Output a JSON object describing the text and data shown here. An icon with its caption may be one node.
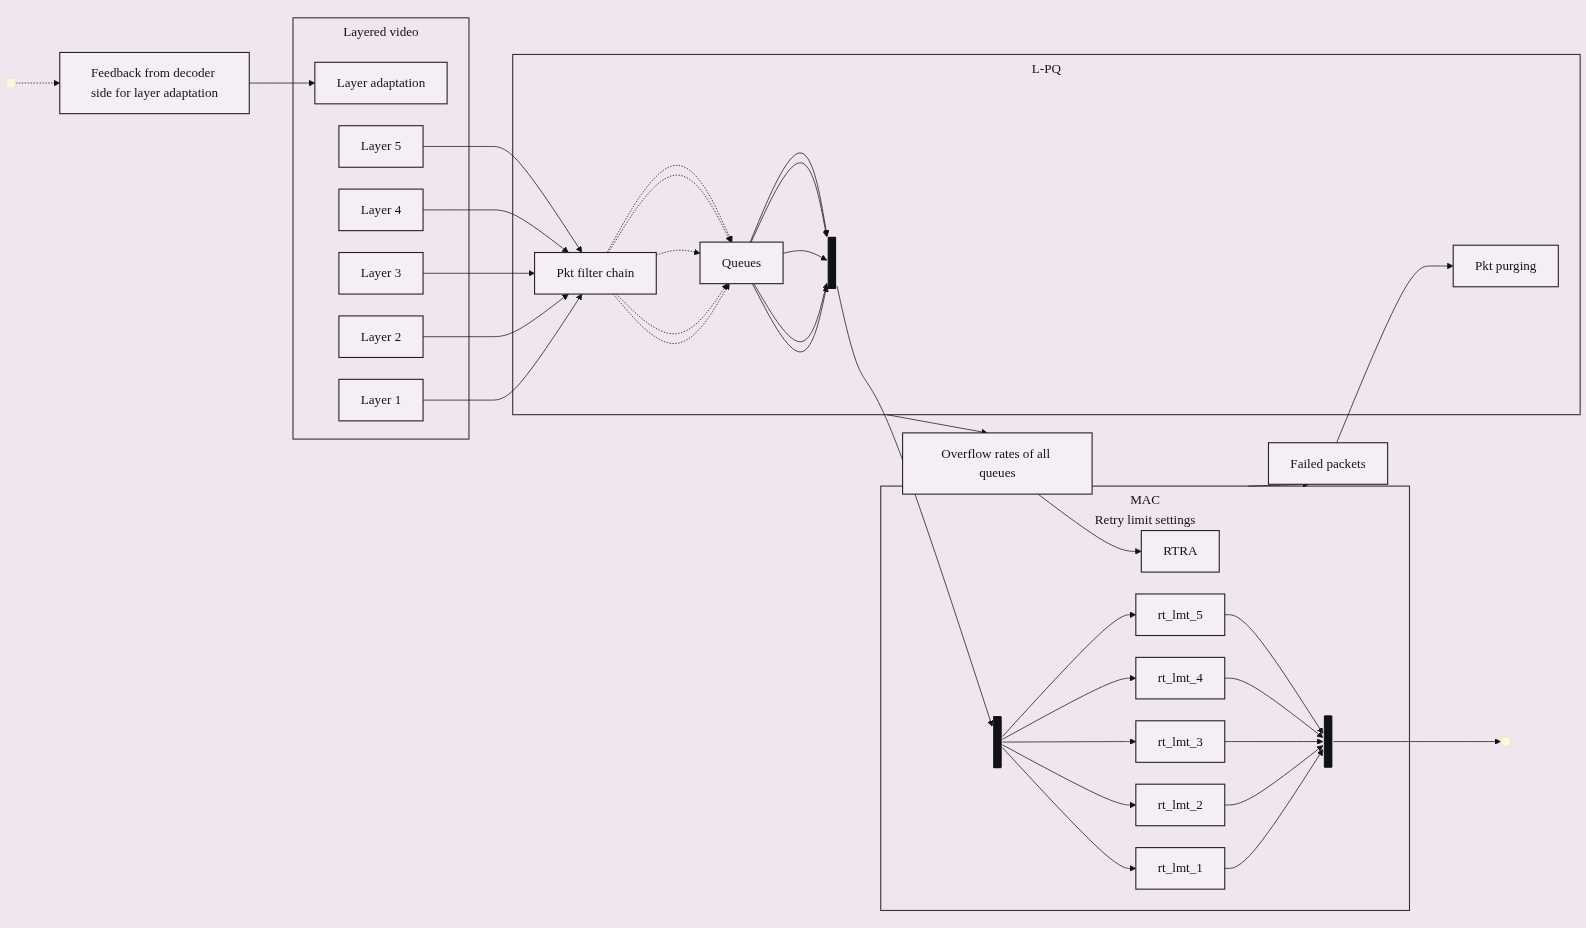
{
  "diagram": {
    "nodes": [
      {
        "text": [
          "Layered video"
        ]
      },
      {
        "text": [
          "Layer 5"
        ],
        "in": 0
      },
      {
        "text": [
          "Layer 4"
        ],
        "in": 0
      },
      {
        "text": [
          "Layer 3"
        ],
        "in": 0
      },
      {
        "text": [
          "Layer 2"
        ],
        "in": 0
      },
      {
        "text": [
          "Layer 1"
        ],
        "in": 0
      },
      {
        "text": [
          "Layer adaptation"
        ],
        "in": 0
      },
      {
        "text": [
          "L-PQ"
        ]
      },
      {
        "text": [
          "Pkt filter chain"
        ],
        "in": 7
      },
      {
        "text": [
          "Queues"
        ],
        "in": 7
      },
      {
        "text": [
          "Pkt purging"
        ],
        "in": 7
      },
      {
        "text": [],
        "shape": "bar",
        "in": 7
      },
      {
        "text": [
          "MAC",
          "Retry limit settings"
        ]
      },
      {
        "text": [],
        "shape": "bar",
        "in": 12
      },
      {
        "text": [
          "rt_lmt_5"
        ],
        "in": 12
      },
      {
        "text": [
          "rt_lmt_4"
        ],
        "in": 12
      },
      {
        "text": [
          "rt_lmt_3"
        ],
        "in": 12
      },
      {
        "text": [
          "rt_lmt_2"
        ],
        "in": 12
      },
      {
        "text": [
          "rt_lmt_1"
        ],
        "in": 12
      },
      {
        "text": [],
        "shape": "bar",
        "in": 12
      },
      {
        "text": [
          "RTRA"
        ],
        "in": 12
      },
      {
        "text": [
          "Failed packets"
        ]
      },
      {
        "text": [
          "Overflow rates of all queues"
        ]
      },
      {
        "text": [
          "Feedback from decoder side for layer adaptation"
        ]
      }
    ],
    "edges": [
      {
        "from": 1,
        "to": 8,
        "arrow": "to"
      },
      {
        "from": 2,
        "to": 8,
        "arrow": "to"
      },
      {
        "from": 3,
        "to": 8,
        "arrow": "to"
      },
      {
        "from": 4,
        "to": 8,
        "arrow": "to"
      },
      {
        "from": 5,
        "to": 8,
        "arrow": "to"
      },
      {
        "from": 8,
        "to": 9,
        "arrow": "to",
        "style": "dashed"
      },
      {
        "from": 8,
        "to": 9,
        "arrow": "to",
        "style": "dashed"
      },
      {
        "from": 8,
        "to": 9,
        "arrow": "to",
        "style": "dashed"
      },
      {
        "from": 8,
        "to": 9,
        "arrow": "to",
        "style": "dashed"
      },
      {
        "from": 8,
        "to": 9,
        "arrow": "to",
        "style": "dashed"
      },
      {
        "from": 9,
        "to": 11,
        "arrow": "to"
      },
      {
        "from": 9,
        "to": 11,
        "arrow": "to"
      },
      {
        "from": 9,
        "to": 11,
        "arrow": "to"
      },
      {
        "from": 9,
        "to": 11,
        "arrow": "to"
      },
      {
        "from": 9,
        "to": 11,
        "arrow": "to"
      },
      {
        "from": 11,
        "to": 13,
        "arrow": "to"
      },
      {
        "from": 13,
        "to": 14,
        "arrow": "to"
      },
      {
        "from": 13,
        "to": 15,
        "arrow": "to"
      },
      {
        "from": 13,
        "to": 16,
        "arrow": "to"
      },
      {
        "from": 13,
        "to": 17,
        "arrow": "to"
      },
      {
        "from": 13,
        "to": 18,
        "arrow": "to"
      },
      {
        "from": 14,
        "to": 19,
        "arrow": "to"
      },
      {
        "from": 15,
        "to": 19,
        "arrow": "to"
      },
      {
        "from": 16,
        "to": 19,
        "arrow": "to"
      },
      {
        "from": 17,
        "to": 19,
        "arrow": "to"
      },
      {
        "from": 18,
        "to": 19,
        "arrow": "to"
      },
      {
        "from": 19,
        "to": null,
        "arrow": "to"
      },
      {
        "from": 12,
        "to": 21,
        "arrow": "to"
      },
      {
        "from": 21,
        "to": 10,
        "arrow": "to"
      },
      {
        "from": 7,
        "to": 22,
        "arrow": "to"
      },
      {
        "from": 22,
        "to": 20,
        "arrow": "to"
      },
      {
        "from": null,
        "to": 23,
        "arrow": "to",
        "style": "dashed"
      },
      {
        "from": 23,
        "to": 6,
        "arrow": "to"
      }
    ]
  }
}
